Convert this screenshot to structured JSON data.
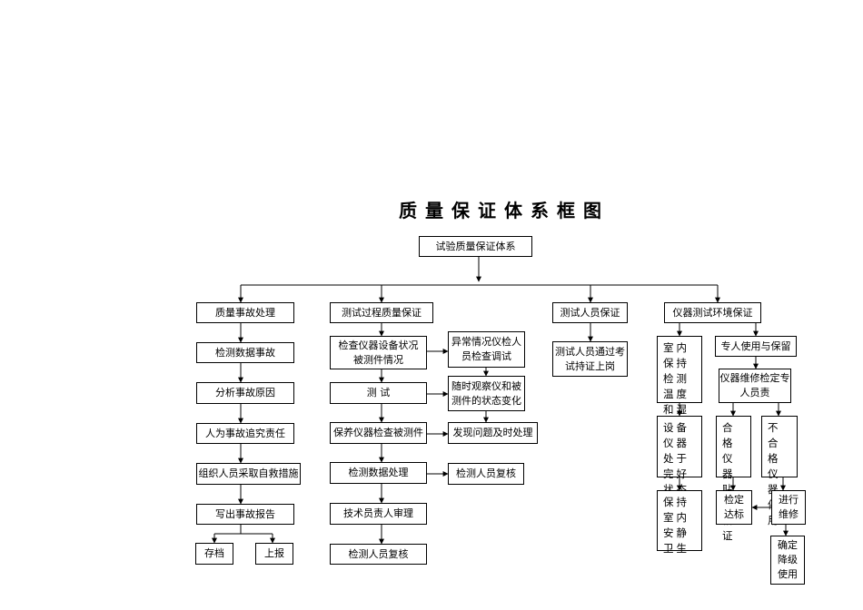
{
  "diagram": {
    "title": "质量保证体系框图",
    "root": "试验质量保证体系",
    "branches": {
      "accident": {
        "head": "质量事故处理",
        "steps": [
          "检测数据事故",
          "分析事故原因",
          "人为事故追究责任",
          "组织人员采取自救措施",
          "写出事故报告"
        ],
        "leaves": [
          "存档",
          "上报"
        ]
      },
      "process": {
        "head": "测试过程质量保证",
        "steps": [
          "检查仪器设备状况\n被测件情况",
          "测  试",
          "保养仪器检查被测件",
          "检测数据处理",
          "技术员责人审理",
          "检测人员复核"
        ],
        "side": [
          "异常情况仪检人\n员检查调试",
          "随时观察仪和被\n测件的状态变化",
          "发现问题及时处理",
          "检测人员复核"
        ]
      },
      "personnel": {
        "head": "测试人员保证",
        "steps": [
          "测试人员通过考\n试持证上岗"
        ]
      },
      "instrument": {
        "head": "仪器测试环境保证",
        "left_column": [
          "室内保持检测温度和湿度",
          "设备仪器处于完好状态",
          "保持室内安静卫生"
        ],
        "right_top": "专人使用与保留",
        "right_mid": "仪器维修检定专\n人员责",
        "qualified": "合格仪器贴合格证",
        "unqualified": "不合格仪器停用",
        "calibrate": "检定\n达标",
        "repair": "进行\n维修",
        "downgrade": "确定\n降级\n使用"
      }
    }
  }
}
